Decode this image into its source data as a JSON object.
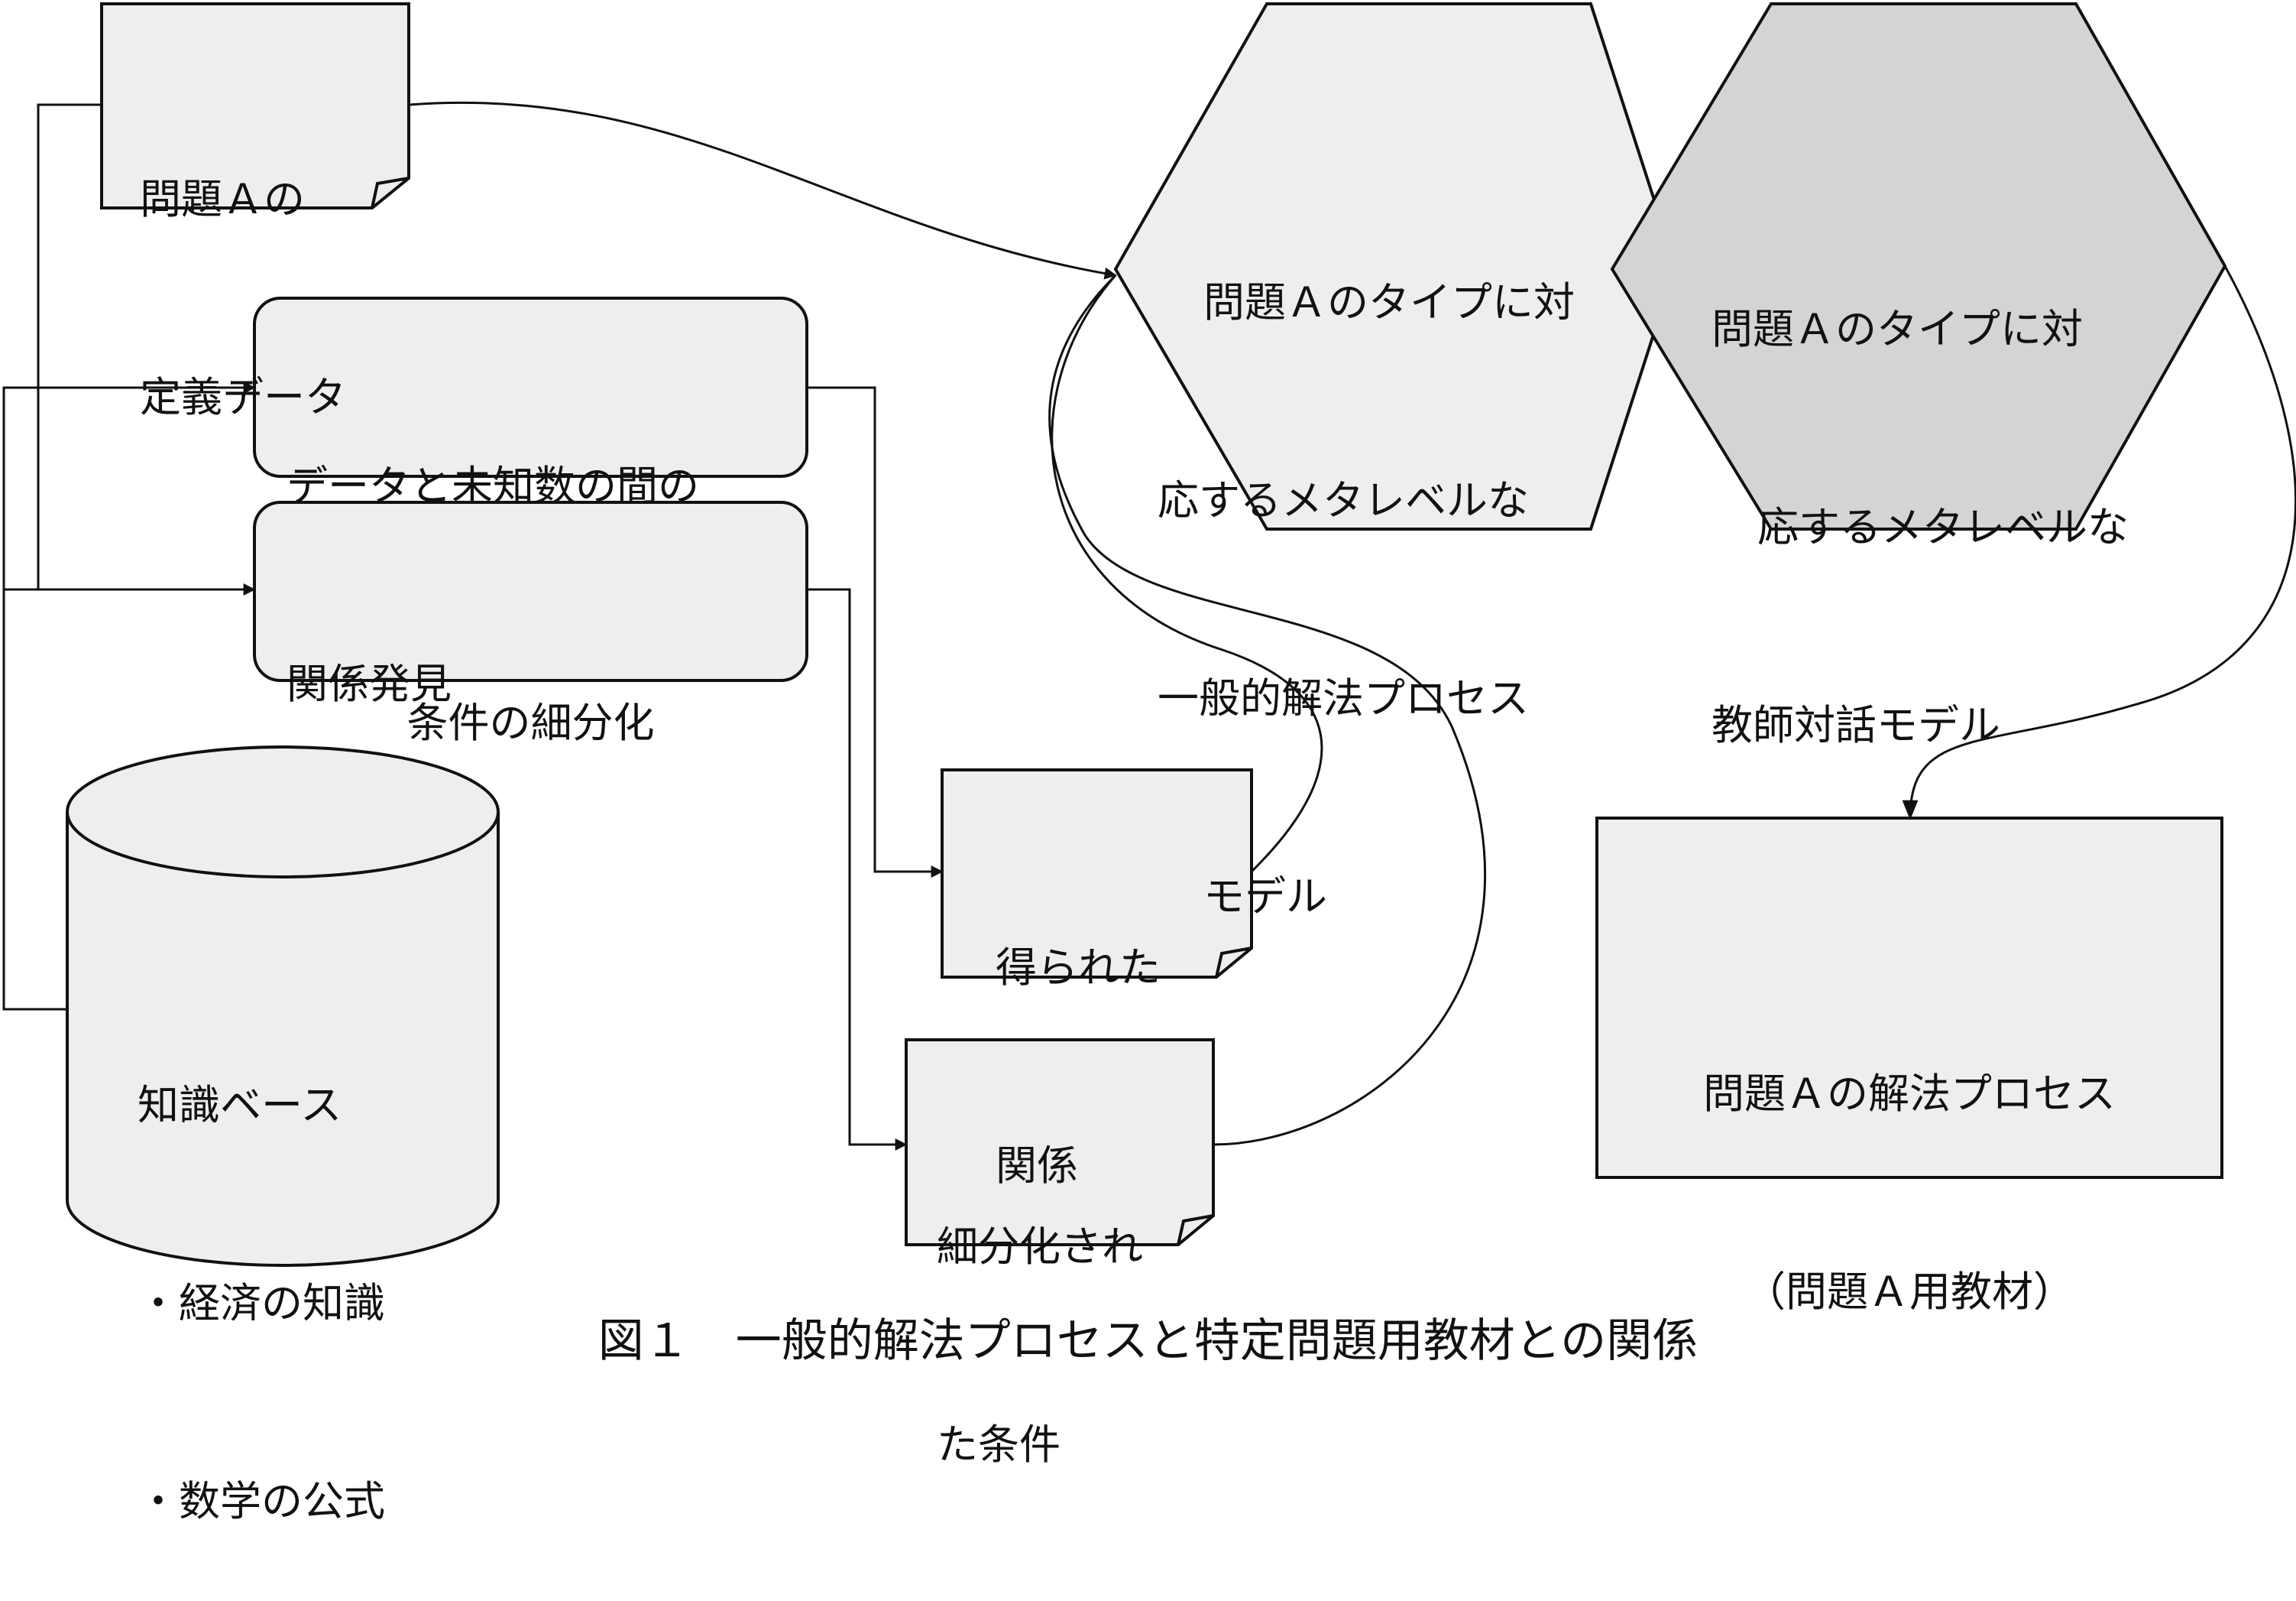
{
  "nodes": {
    "definition": {
      "lines": [
        "問題Ａの",
        "定義データ"
      ]
    },
    "relation_discovery": {
      "lines": [
        "データと未知数の間の",
        "関係発見"
      ]
    },
    "condition_refine": {
      "lines": [
        "条件の細分化"
      ]
    },
    "knowledge_base": {
      "lines": [
        "知識ベース",
        "・経済の知識",
        "・数学の公式"
      ]
    },
    "obtained_relation": {
      "lines": [
        "得られた",
        "関係"
      ]
    },
    "refined_conditions": {
      "lines": [
        "細分化され",
        "た条件"
      ]
    },
    "meta_process": {
      "lines": [
        "問題Ａのタイプに対",
        "応するメタレベルな",
        "一般的解法プロセス",
        "モデル"
      ]
    },
    "tutor_model": {
      "lines": [
        "問題Ａのタイプに対",
        "応するメタレベルな",
        "教師対話モデル"
      ]
    },
    "solution_process": {
      "lines": [
        "問題Ａの解法プロセス",
        "（問題Ａ用教材）"
      ]
    }
  },
  "caption": "図１　一般的解法プロセスと特定問題用教材との関係",
  "colors": {
    "light_fill": "#eeeeee",
    "dark_fill": "#d4d4d4",
    "stroke": "#111111"
  }
}
